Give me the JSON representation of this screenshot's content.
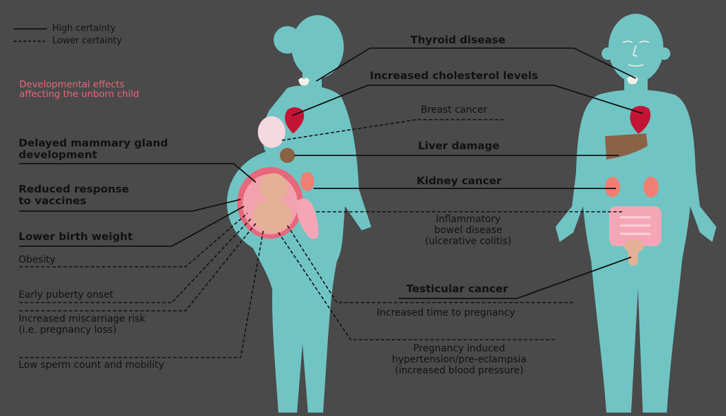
{
  "legend": {
    "solid_label": "High certainty",
    "dashed_label": "Lower certainty"
  },
  "developmental_note": "Developmental effects\naffecting the unborn child",
  "labels": {
    "thyroid": "Thyroid disease",
    "cholesterol": "Increased cholesterol levels",
    "breast_cancer": "Breast cancer",
    "liver": "Liver damage",
    "kidney": "Kidney cancer",
    "ibd": "Inflammatory\nbowel disease\n(ulcerative colitis)",
    "testicular": "Testicular cancer",
    "time_to_pregnancy": "Increased time to pregnancy",
    "preeclampsia": "Pregnancy induced\nhypertension/pre-eclampsia\n(increased blood pressure)",
    "mammary": "Delayed mammary gland\ndevelopment",
    "vaccines": "Reduced response\nto vaccines",
    "birth_weight": "Lower birth weight",
    "obesity": "Obesity",
    "puberty": "Early puberty onset",
    "miscarriage": "Increased miscarriage risk\n(i.e. pregnancy loss)",
    "sperm": "Low sperm count and mobility"
  },
  "colors": {
    "background": "#4a4a4a",
    "body": "#71c4c4",
    "organ_heart": "#c41435",
    "organ_liver": "#8a6245",
    "organ_kidney": "#ef7f72",
    "intestine": "#f5a6b6",
    "fetus": "#e4b196",
    "breast": "#f6d8e0",
    "highlight_text": "#e8677a"
  }
}
